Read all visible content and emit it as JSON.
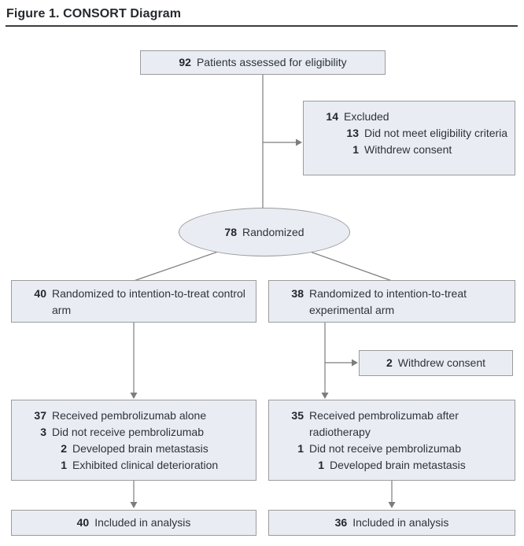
{
  "figure_title": "Figure 1. CONSORT Diagram",
  "colors": {
    "box_fill": "#e9edf3",
    "box_border": "#9b9b9b",
    "connector": "#7d7d7d",
    "text": "#2e333a",
    "title_rule": "#3d3d3d"
  },
  "nodes": {
    "assessed": {
      "entries": [
        {
          "num": "92",
          "text": "Patients assessed for eligibility",
          "indent": 0
        }
      ]
    },
    "excluded": {
      "entries": [
        {
          "num": "14",
          "text": "Excluded",
          "indent": 0
        },
        {
          "num": "13",
          "text": "Did not meet eligibility criteria",
          "indent": 1
        },
        {
          "num": "1",
          "text": "Withdrew consent",
          "indent": 1
        }
      ]
    },
    "randomized": {
      "num": "78",
      "text": "Randomized"
    },
    "control_arm": {
      "entries": [
        {
          "num": "40",
          "text": "Randomized to intention-to-treat control arm",
          "indent": 0
        }
      ]
    },
    "experimental_arm": {
      "entries": [
        {
          "num": "38",
          "text": "Randomized to intention-to-treat experimental arm",
          "indent": 0
        }
      ]
    },
    "withdrew_consent": {
      "entries": [
        {
          "num": "2",
          "text": "Withdrew consent",
          "indent": 0
        }
      ]
    },
    "control_received": {
      "entries": [
        {
          "num": "37",
          "text": "Received pembrolizumab alone",
          "indent": 0
        },
        {
          "num": "3",
          "text": "Did not receive pembrolizumab",
          "indent": 0
        },
        {
          "num": "2",
          "text": "Developed brain metastasis",
          "indent": 1
        },
        {
          "num": "1",
          "text": "Exhibited clinical deterioration",
          "indent": 1
        }
      ]
    },
    "experimental_received": {
      "entries": [
        {
          "num": "35",
          "text": "Received pembrolizumab after radiotherapy",
          "indent": 0
        },
        {
          "num": "1",
          "text": "Did not receive pembrolizumab",
          "indent": 0
        },
        {
          "num": "1",
          "text": "Developed brain metastasis",
          "indent": 1
        }
      ]
    },
    "control_analysis": {
      "entries": [
        {
          "num": "40",
          "text": "Included in analysis",
          "indent": 0
        }
      ]
    },
    "experimental_analysis": {
      "entries": [
        {
          "num": "36",
          "text": "Included in analysis",
          "indent": 0
        }
      ]
    }
  }
}
